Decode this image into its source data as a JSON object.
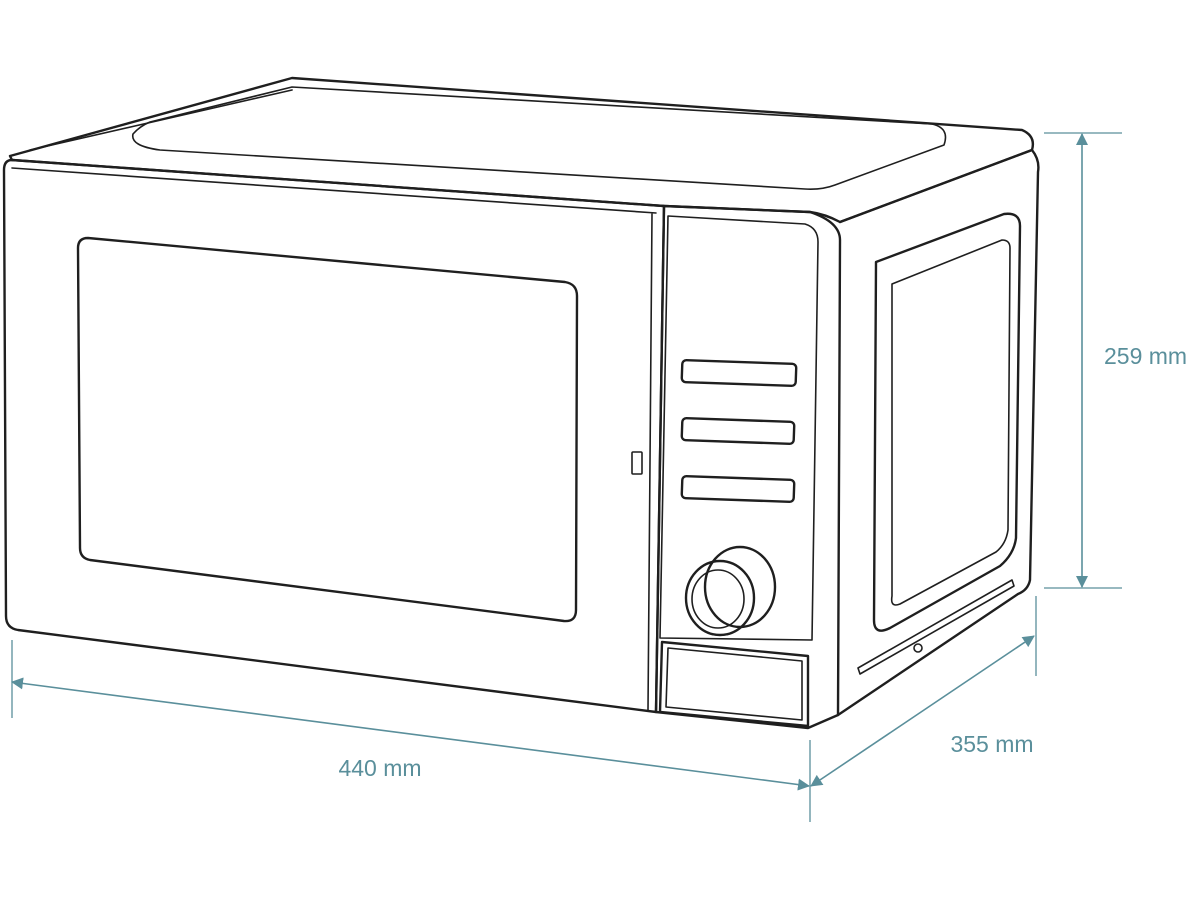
{
  "dimensions": {
    "width": {
      "label": "440 mm",
      "value": 440,
      "unit": "mm"
    },
    "depth": {
      "label": "355 mm",
      "value": 355,
      "unit": "mm"
    },
    "height": {
      "label": "259 mm",
      "value": 259,
      "unit": "mm"
    }
  },
  "colors": {
    "line": "#1f1f1f",
    "dimension": "#5a8f9b",
    "background": "#ffffff"
  }
}
